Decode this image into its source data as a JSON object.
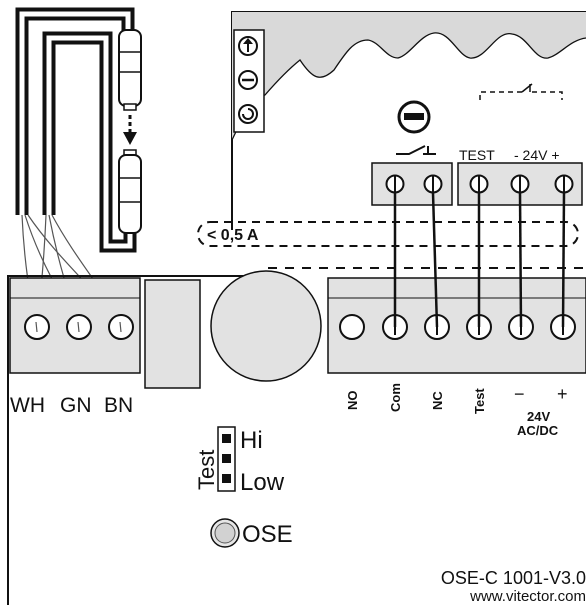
{
  "relay_box": {
    "contact_label": "TEST",
    "supply_label": "- 24V +"
  },
  "current_note": "< 0,5 A",
  "board": {
    "sensor_wire_labels": [
      "WH",
      "GN",
      "BN"
    ],
    "output_terminal_labels": [
      "NO",
      "Com",
      "NC",
      "Test",
      "−",
      "+"
    ],
    "supply_label_line1": "24V",
    "supply_label_line2": "AC/DC",
    "jumper": {
      "group_label": "Test",
      "hi_label": "Hi",
      "low_label": "Low"
    },
    "ose_label": "OSE",
    "model": "OSE-C 1001-V3.0",
    "website": "www.vitector.com"
  },
  "icons": [
    "arrow-up-circle-icon",
    "minus-circle-icon",
    "rotate-circle-icon",
    "no-entry-icon",
    "switch-contact-icon",
    "down-arrow-icon"
  ]
}
